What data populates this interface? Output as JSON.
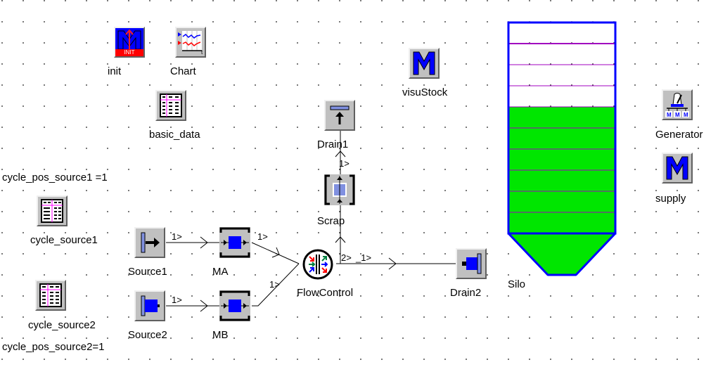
{
  "objects": {
    "init": {
      "label": "init",
      "icon": "method-init-icon",
      "badge": "INIT"
    },
    "chart": {
      "label": "Chart",
      "icon": "chart-icon"
    },
    "basic_data": {
      "label": "basic_data",
      "icon": "table-icon"
    },
    "visuStock": {
      "label": "visuStock",
      "icon": "method-icon"
    },
    "drain1": {
      "label": "Drain1",
      "icon": "drain-up-icon"
    },
    "scrap": {
      "label": "Scrap",
      "icon": "station-icon"
    },
    "cycle_source1": {
      "label": "cycle_source1",
      "icon": "table-icon"
    },
    "cycle_source2": {
      "label": "cycle_source2",
      "icon": "table-icon"
    },
    "source1": {
      "label": "Source1",
      "icon": "source-icon"
    },
    "source2": {
      "label": "Source2",
      "icon": "source-icon"
    },
    "ma": {
      "label": "MA",
      "icon": "station-icon"
    },
    "mb": {
      "label": "MB",
      "icon": "station-icon"
    },
    "flowcontrol": {
      "label": "FlowControl",
      "icon": "flowcontrol-icon"
    },
    "drain2": {
      "label": "Drain2",
      "icon": "drain-icon"
    },
    "silo": {
      "label": "Silo",
      "icon": "silo-icon",
      "fill_level_fraction": 0.6,
      "segments": 10,
      "filled_segments": 6
    },
    "generator": {
      "label": "Generator",
      "icon": "generator-icon"
    },
    "supply": {
      "label": "supply",
      "icon": "method-icon"
    }
  },
  "variables": {
    "cycle_pos_source1": "cycle_pos_source1 =1",
    "cycle_pos_source2": "cycle_pos_source2=1"
  },
  "connectors": {
    "source1_ma": "1>",
    "ma_flow": "1>",
    "source2_mb": "1>",
    "mb_flow": "1>",
    "flow_scrap": "2>",
    "flow_drain2": "_1>",
    "scrap_drain1": "1>"
  },
  "colors": {
    "silo_outline": "#0000ff",
    "silo_fill": "#00e600",
    "silo_divider": "#a000c0",
    "icon_bg": "#c0c0c0",
    "part_blue": "#0000ff"
  }
}
